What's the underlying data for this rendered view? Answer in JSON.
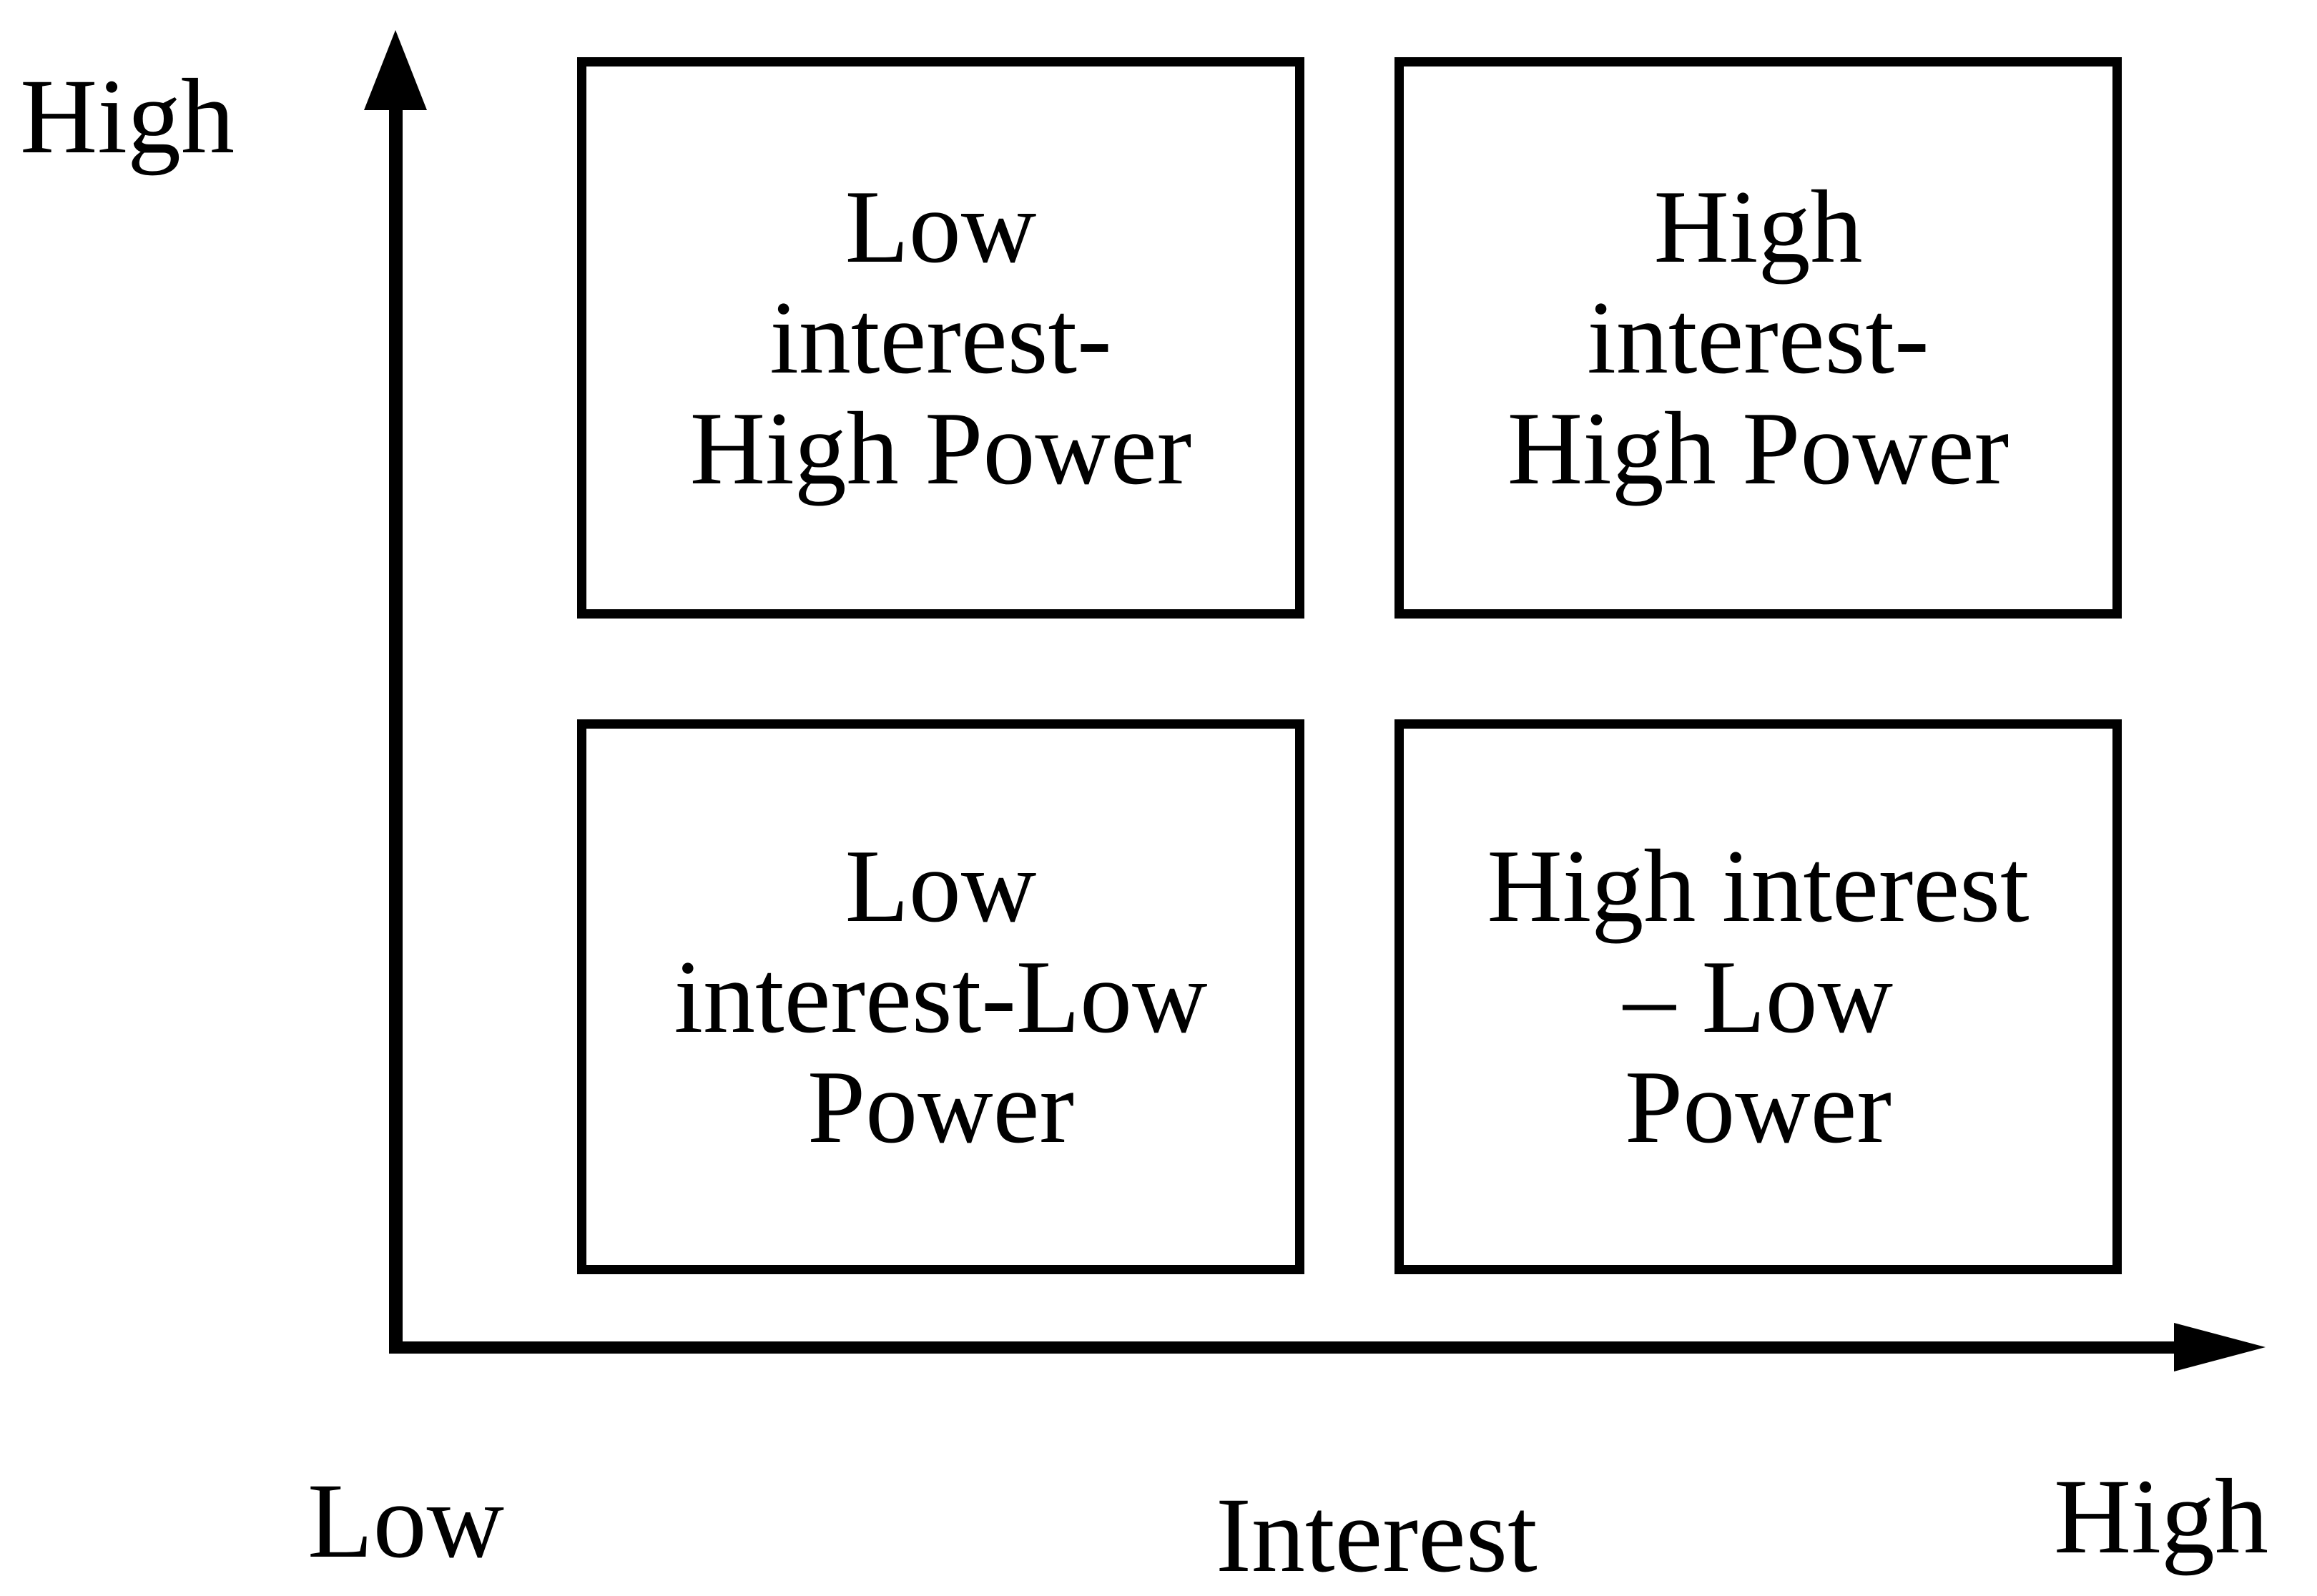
{
  "diagram": {
    "title_semantic": "Power-Interest grid",
    "background_color": "#ffffff",
    "line_color": "#000000",
    "y_axis": {
      "label": "High"
    },
    "x_axis": {
      "label_left": "Low",
      "label_center": "Interest",
      "label_right": "High"
    },
    "quadrants": {
      "top_left": {
        "lines": [
          "Low",
          "interest-",
          "High Power"
        ]
      },
      "top_right": {
        "lines": [
          "High",
          "interest-",
          "High Power"
        ]
      },
      "bottom_left": {
        "lines": [
          "Low",
          "interest-Low",
          "Power"
        ]
      },
      "bottom_right": {
        "lines": [
          "High interest",
          "– Low",
          "Power"
        ]
      }
    }
  }
}
